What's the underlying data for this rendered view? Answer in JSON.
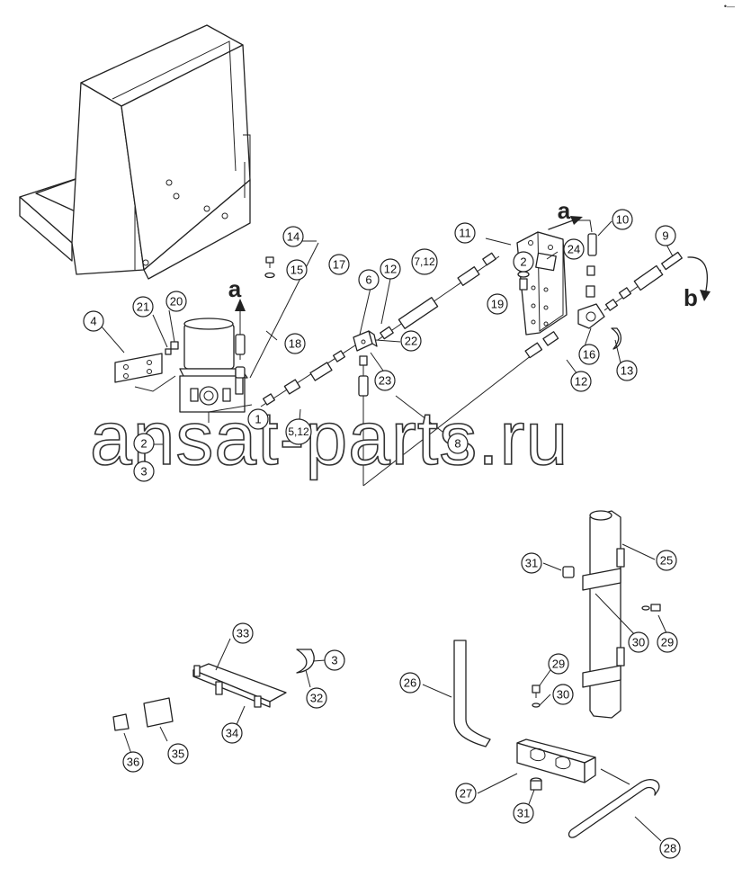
{
  "watermark": "ansat-parts.ru",
  "corner_mark": "•—",
  "direction_labels": {
    "a_top": "a",
    "a_right": "a",
    "b": "b"
  },
  "callouts": [
    "1",
    "2",
    "2",
    "3",
    "3",
    "4",
    "5,12",
    "6",
    "7,12",
    "8",
    "9",
    "10",
    "11",
    "12",
    "12",
    "13",
    "14",
    "15",
    "16",
    "17",
    "18",
    "19",
    "20",
    "21",
    "22",
    "23",
    "24",
    "25",
    "26",
    "27",
    "28",
    "29",
    "29",
    "30",
    "30",
    "31",
    "31",
    "32",
    "33",
    "34",
    "35",
    "36"
  ]
}
